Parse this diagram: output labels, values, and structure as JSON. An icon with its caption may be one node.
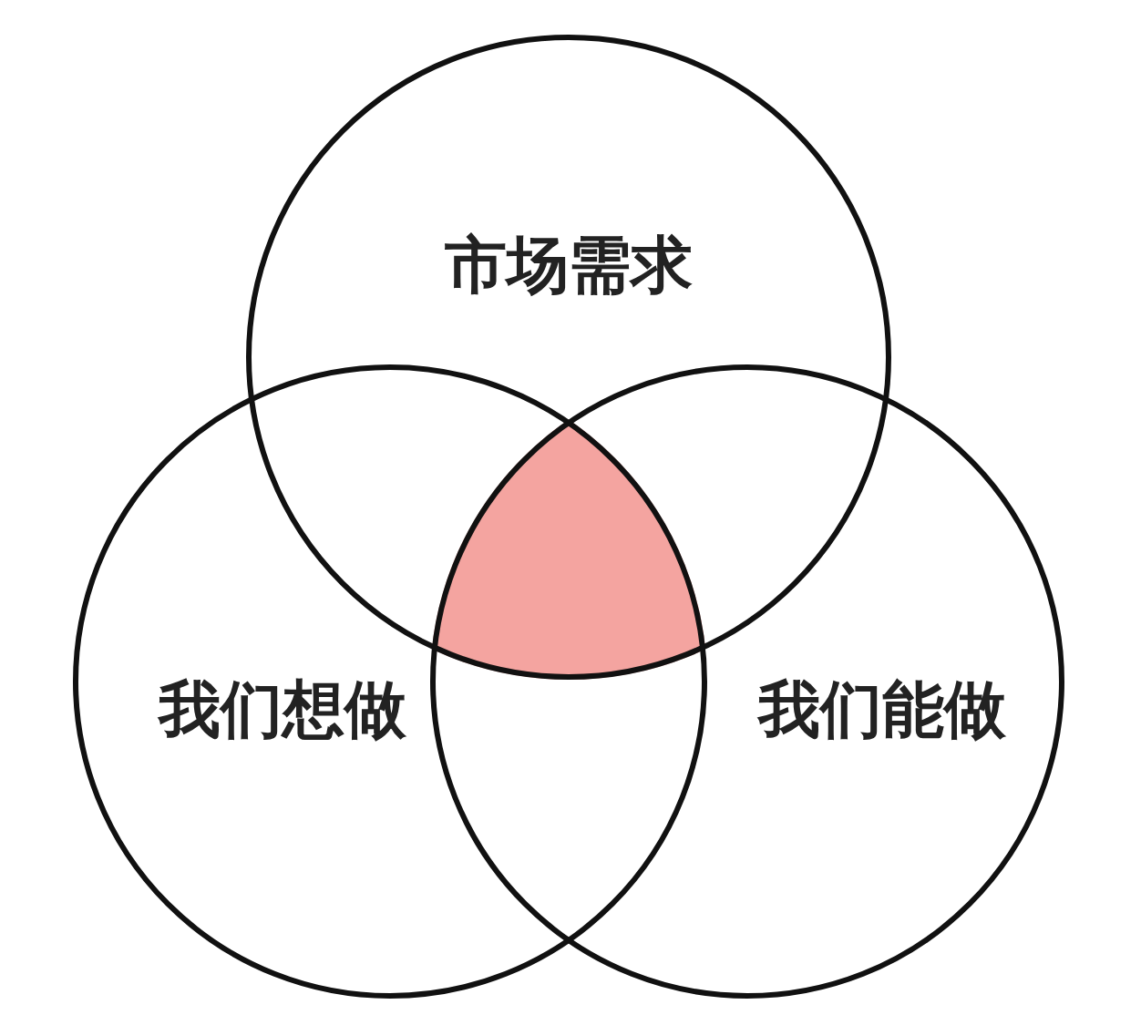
{
  "diagram": {
    "nodes": [
      {
        "text": [
          "市场需求"
        ]
      },
      {
        "text": [
          "我们想做"
        ]
      },
      {
        "text": [
          "我们能做"
        ]
      }
    ]
  }
}
